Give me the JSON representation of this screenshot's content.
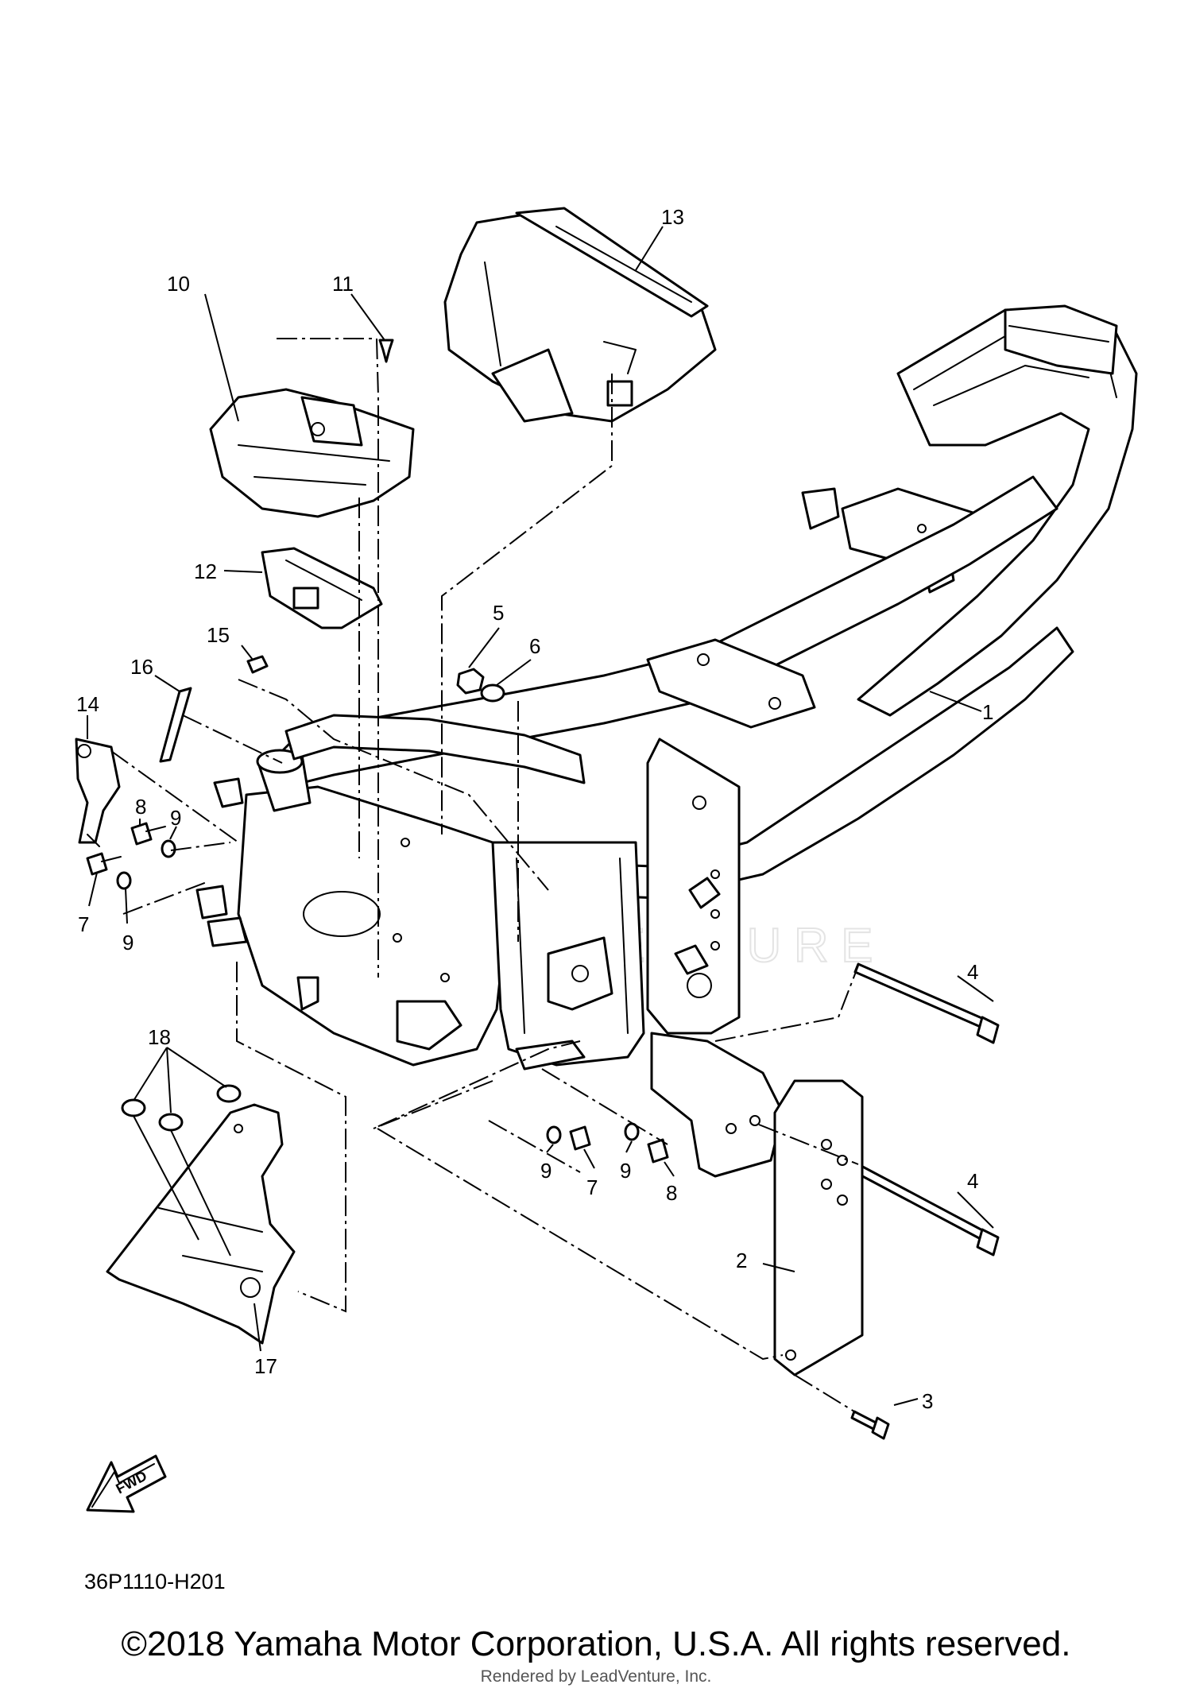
{
  "diagram": {
    "watermark": "LEADVENTURE",
    "fwd_label": "FWD",
    "code": "36P1110-H201",
    "callouts": [
      {
        "id": "c1",
        "text": "1"
      },
      {
        "id": "c2",
        "text": "2"
      },
      {
        "id": "c3",
        "text": "3"
      },
      {
        "id": "c4a",
        "text": "4"
      },
      {
        "id": "c4b",
        "text": "4"
      },
      {
        "id": "c5",
        "text": "5"
      },
      {
        "id": "c6",
        "text": "6"
      },
      {
        "id": "c7a",
        "text": "7"
      },
      {
        "id": "c7b",
        "text": "7"
      },
      {
        "id": "c8a",
        "text": "8"
      },
      {
        "id": "c8b",
        "text": "8"
      },
      {
        "id": "c9a",
        "text": "9"
      },
      {
        "id": "c9b",
        "text": "9"
      },
      {
        "id": "c9c",
        "text": "9"
      },
      {
        "id": "c9d",
        "text": "9"
      },
      {
        "id": "c10",
        "text": "10"
      },
      {
        "id": "c11",
        "text": "11"
      },
      {
        "id": "c12",
        "text": "12"
      },
      {
        "id": "c13",
        "text": "13"
      },
      {
        "id": "c14",
        "text": "14"
      },
      {
        "id": "c15",
        "text": "15"
      },
      {
        "id": "c16",
        "text": "16"
      },
      {
        "id": "c17",
        "text": "17"
      },
      {
        "id": "c18",
        "text": "18"
      }
    ]
  },
  "footer": {
    "copyright": "©2018 Yamaha Motor Corporation, U.S.A. All rights reserved.",
    "rendered_by": "Rendered by LeadVenture, Inc."
  }
}
